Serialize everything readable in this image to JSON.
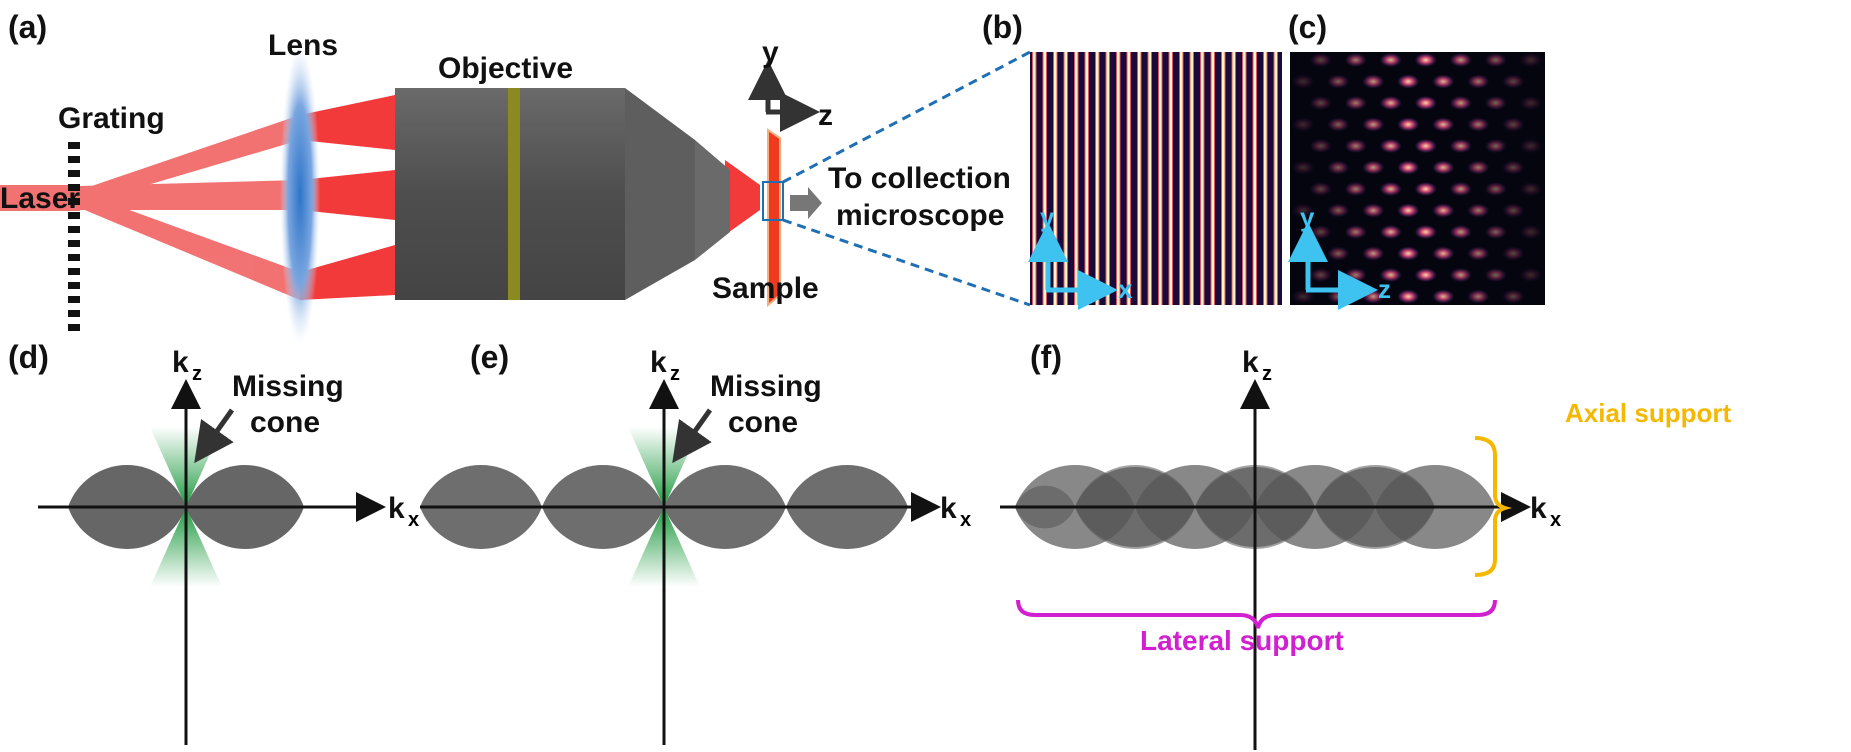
{
  "panels": {
    "a": "(a)",
    "b": "(b)",
    "c": "(c)",
    "d": "(d)",
    "e": "(e)",
    "f": "(f)"
  },
  "setup": {
    "laser": "Laser",
    "grating": "Grating",
    "lens": "Lens",
    "objective": "Objective",
    "sample": "Sample",
    "to_collection_1": "To collection",
    "to_collection_2": "microscope",
    "axis_y": "y",
    "axis_z": "z"
  },
  "inset_b": {
    "axis_y": "y",
    "axis_x": "x"
  },
  "inset_c": {
    "axis_y": "y",
    "axis_z": "z"
  },
  "fourier": {
    "kz": "k",
    "kz_sub": "z",
    "kx": "k",
    "kx_sub": "x",
    "missing_cone_1": "Missing",
    "missing_cone_2": "cone",
    "axial_support": "Axial support",
    "lateral_support": "Lateral support"
  },
  "colors": {
    "beam": "#f05a5a",
    "objective": "#5a5a5a",
    "band": "#8a8a20",
    "sample": "#f03a20",
    "inset_axes": "#3ec3f0",
    "axial": "#f5b800",
    "lateral": "#d020d0",
    "cone": "#2aa84a",
    "lobe": "#555555",
    "dashed": "#1f6fb5"
  }
}
